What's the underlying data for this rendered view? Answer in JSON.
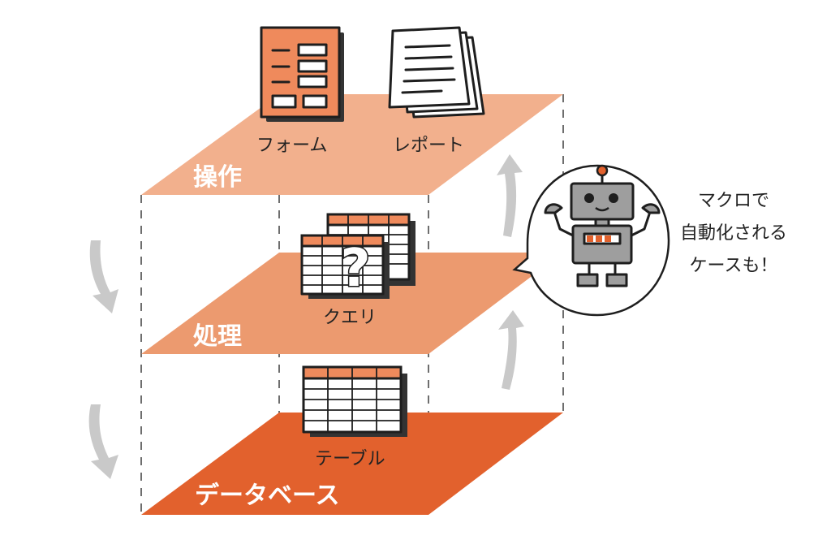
{
  "colors": {
    "layer_top": "#f2b08d",
    "layer_middle": "#ec9a6f",
    "layer_bottom": "#e2612d",
    "accent": "#ef8a5c",
    "arrow": "#c9c9c9",
    "robot": "#9e9e9e"
  },
  "layers": {
    "operation": {
      "label": "操作",
      "items": {
        "form": "フォーム",
        "report": "レポート"
      }
    },
    "processing": {
      "label": "処理",
      "items": {
        "query": "クエリ"
      }
    },
    "database": {
      "label": "データベース",
      "items": {
        "table": "テーブル"
      }
    }
  },
  "query_mark": "?",
  "bubble": {
    "lines": [
      "マクロで",
      "自動化される",
      "ケースも！"
    ]
  },
  "icons": [
    "form-icon",
    "report-icon",
    "query-icon",
    "table-icon",
    "robot-icon",
    "up-arrow-icon",
    "down-arrow-icon"
  ]
}
